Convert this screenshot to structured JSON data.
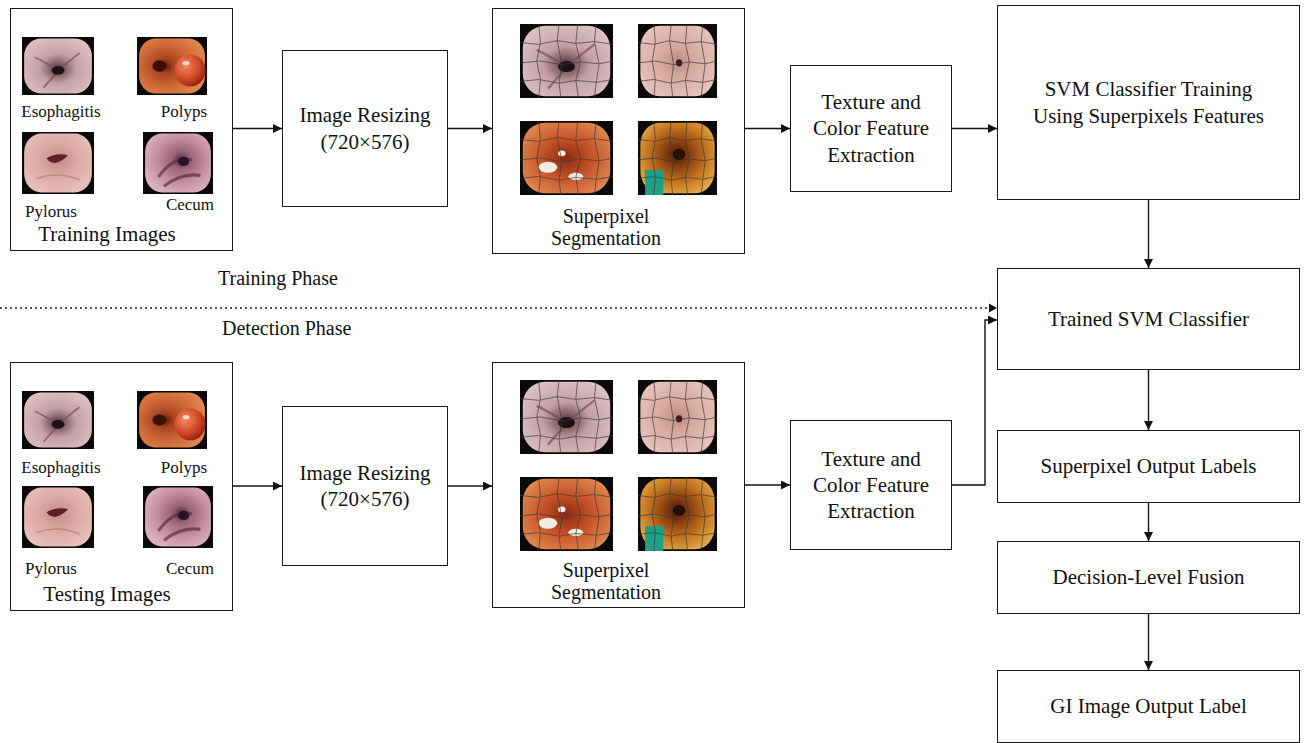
{
  "diagram": {
    "nodes": [
      {
        "text": [
          "Esophagitis",
          "Polyps",
          "Pylorus",
          "Cecum",
          "Training Images"
        ]
      },
      {
        "text": [
          "Image Resizing (720×576)"
        ]
      },
      {
        "text": [
          "Superpixel Segmentation"
        ]
      },
      {
        "text": [
          "Texture and Color Feature Extraction"
        ]
      },
      {
        "text": [
          "SVM Classifier Training Using Superpixels Features"
        ]
      },
      {
        "text": [
          "Trained SVM Classifier"
        ]
      },
      {
        "text": [
          "Esophagitis",
          "Polyps",
          "Pylorus",
          "Cecum",
          "Testing Images"
        ]
      },
      {
        "text": [
          "Image Resizing (720×576)"
        ]
      },
      {
        "text": [
          "Superpixel Segmentation"
        ]
      },
      {
        "text": [
          "Texture and Color Feature Extraction"
        ]
      },
      {
        "text": [
          "Superpixel Output Labels"
        ]
      },
      {
        "text": [
          "Decision-Level Fusion"
        ]
      },
      {
        "text": [
          "GI Image Output Label"
        ]
      }
    ],
    "edges": [
      {
        "from": 0,
        "to": 1,
        "arrow": "to"
      },
      {
        "from": 1,
        "to": 2,
        "arrow": "to"
      },
      {
        "from": 2,
        "to": 3,
        "arrow": "to"
      },
      {
        "from": 3,
        "to": 4,
        "arrow": "to"
      },
      {
        "from": 4,
        "to": 5,
        "arrow": "to"
      },
      {
        "from": 6,
        "to": 7,
        "arrow": "to"
      },
      {
        "from": 7,
        "to": 8,
        "arrow": "to"
      },
      {
        "from": 8,
        "to": 9,
        "arrow": "to"
      },
      {
        "from": 9,
        "to": 5,
        "arrow": "to"
      },
      {
        "from": 5,
        "to": 10,
        "arrow": "to"
      },
      {
        "from": 10,
        "to": 11,
        "arrow": "to"
      },
      {
        "from": 11,
        "to": 12,
        "arrow": "to"
      }
    ],
    "labels": [
      "Training Phase",
      "Detection Phase"
    ]
  }
}
